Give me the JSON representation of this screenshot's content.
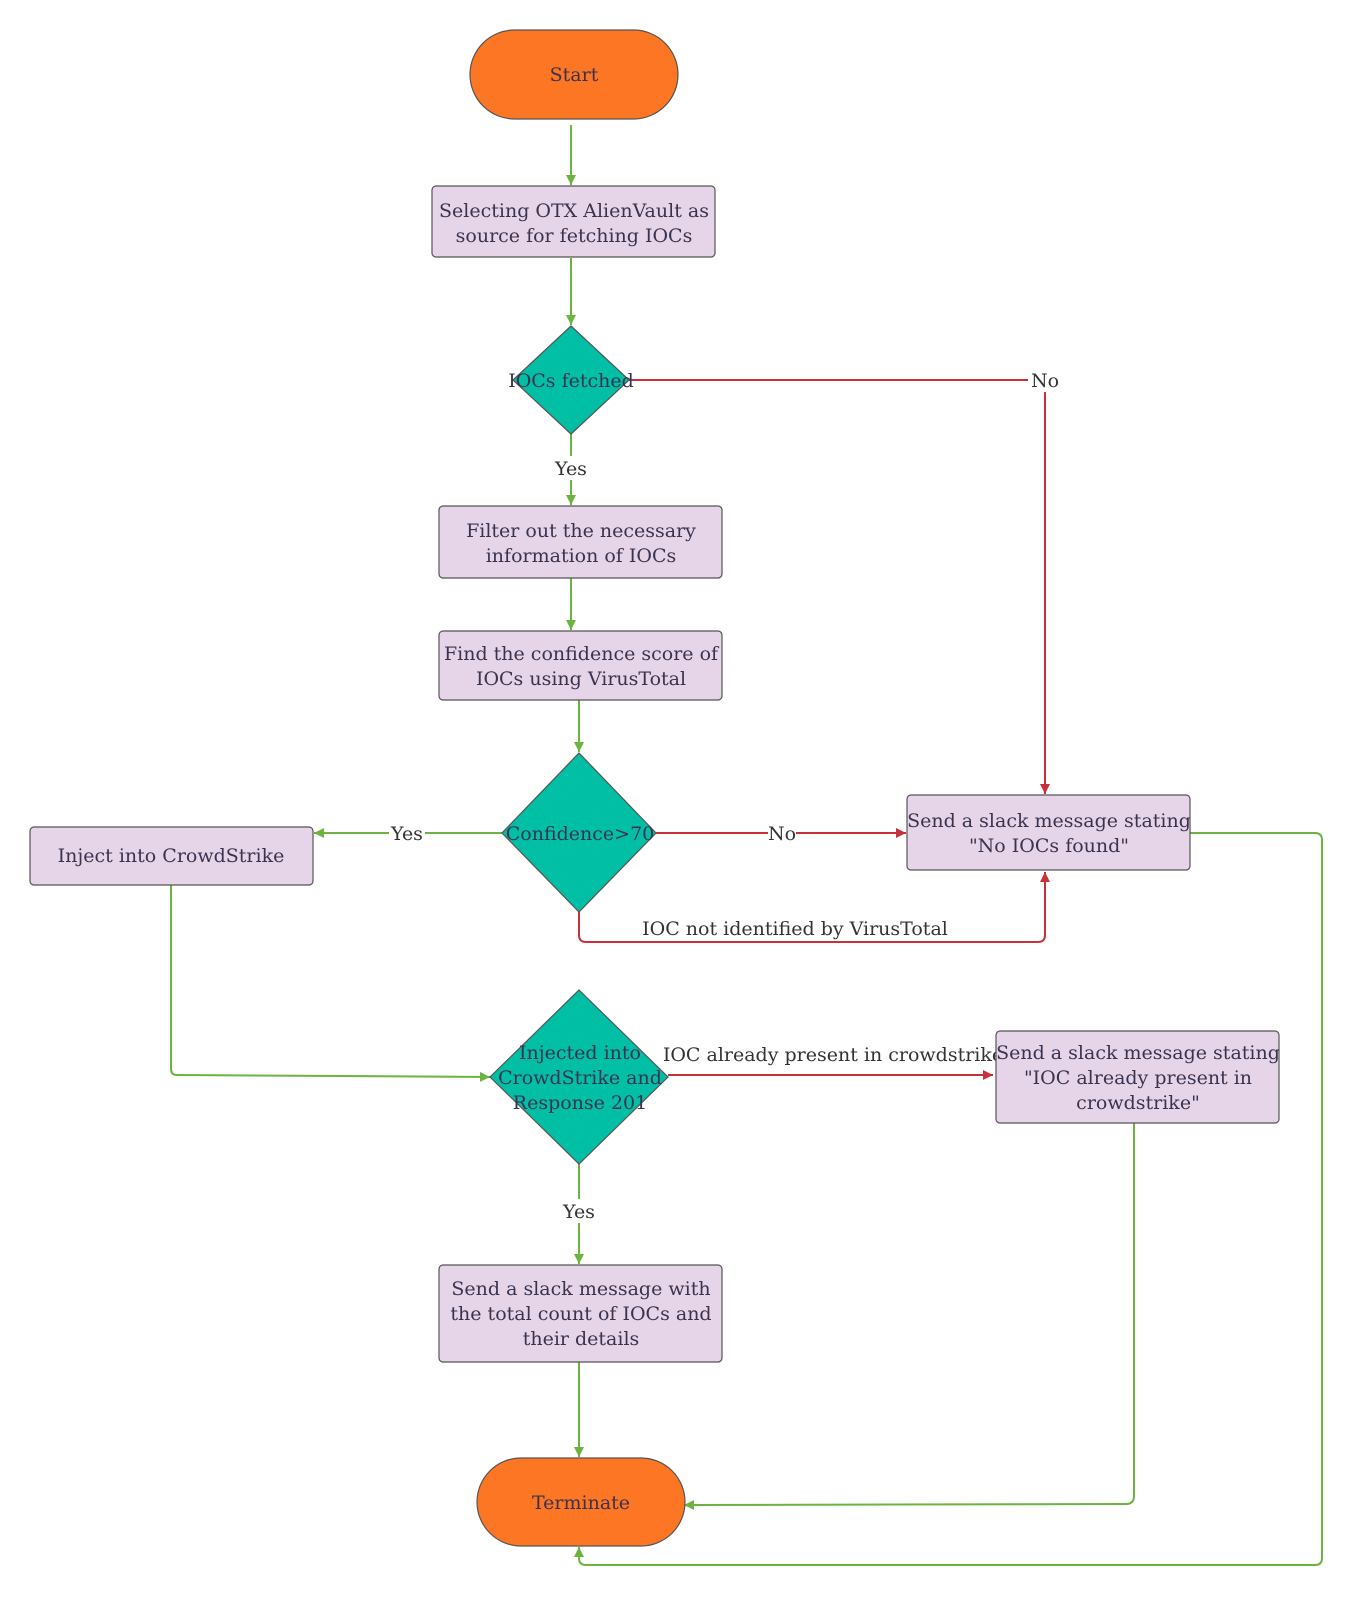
{
  "colors": {
    "terminal_fill": "#fc7624",
    "process_fill": "#e6d5e8",
    "decision_fill": "#00bfa5",
    "border": "#555555",
    "edge_green": "#6db33f",
    "edge_red": "#c8303a"
  },
  "nodes": {
    "start": "Start",
    "select_source": [
      "Selecting OTX AlienVault as",
      "source for fetching IOCs"
    ],
    "iocs_fetched": "IOCs fetched",
    "filter": [
      "Filter out the necessary",
      "information of IOCs"
    ],
    "confidence_score": [
      "Find the confidence score of",
      "IOCs using VirusTotal"
    ],
    "confidence_check": "Confidence>70",
    "inject": "Inject into CrowdStrike",
    "slack_no_iocs": [
      "Send a slack message stating",
      "\"No IOCs found\""
    ],
    "injected_check": [
      "Injected into",
      "CrowdStrike  and",
      "Response 201"
    ],
    "slack_already_present": [
      "Send a slack message stating",
      "\"IOC already present in",
      "crowdstrike\""
    ],
    "slack_total": [
      "Send a slack message with",
      "the total count of IOCs and",
      "their details"
    ],
    "terminate": "Terminate"
  },
  "edge_labels": {
    "fetched_no": "No",
    "fetched_yes": "Yes",
    "confidence_yes": "Yes",
    "confidence_no": "No",
    "not_identified": "IOC not identified by VirusTotal",
    "already_present": "IOC already present in crowdstrike",
    "injected_yes": "Yes"
  }
}
